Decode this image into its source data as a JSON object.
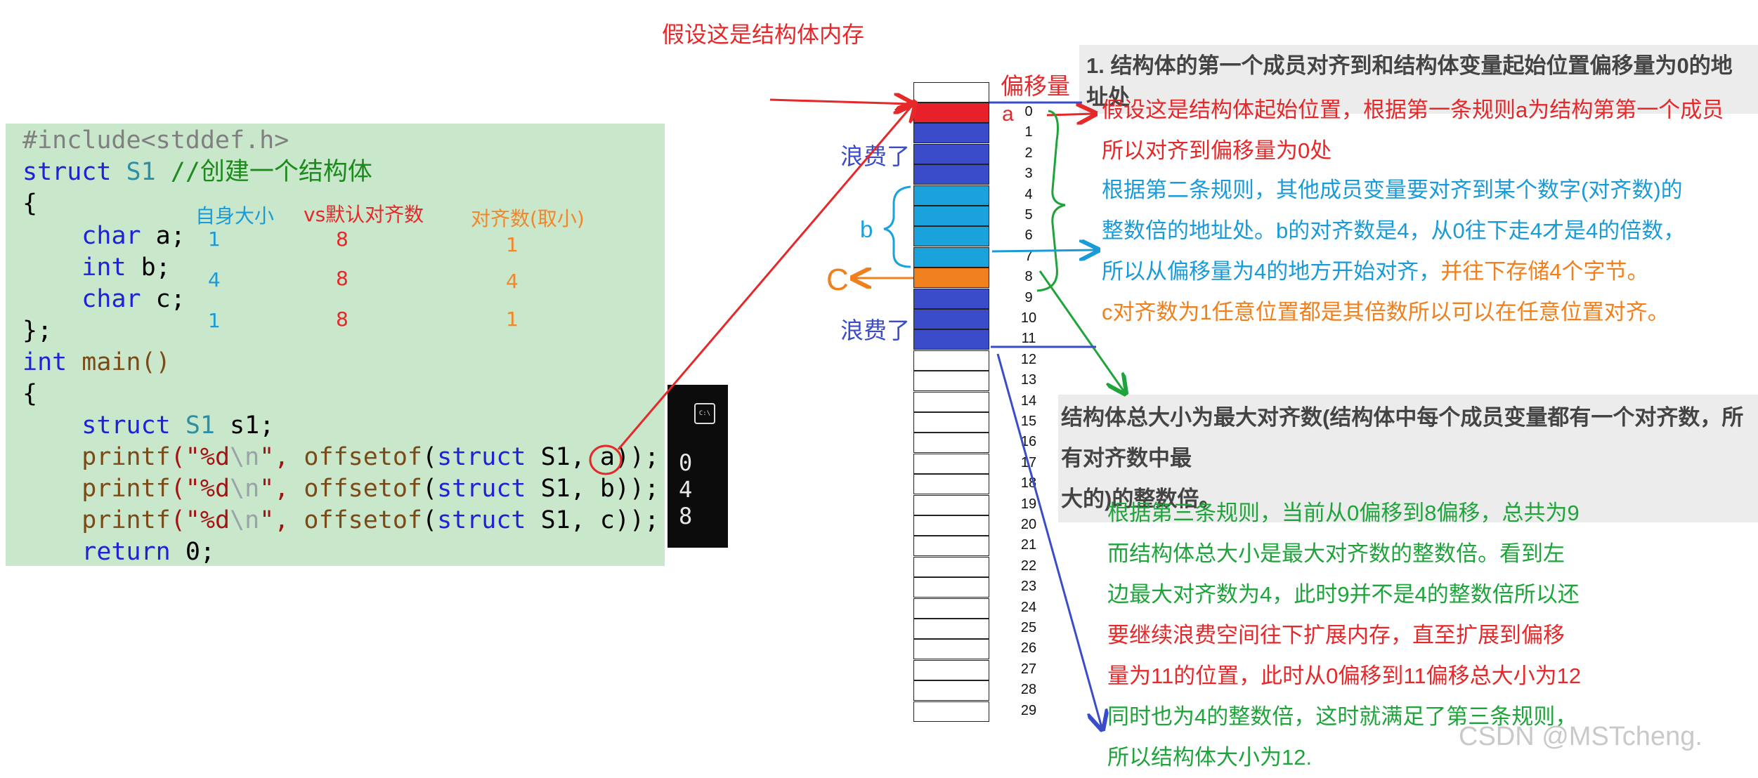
{
  "top_label": "假设这是结构体内存",
  "code": {
    "include": "#include<stddef.h>",
    "struct_line": [
      "struct",
      "S1",
      "//创建一个结构体"
    ],
    "open1": "{",
    "members": [
      {
        "type": "char",
        "name": "a;"
      },
      {
        "type": "int",
        "name": "b;"
      },
      {
        "type": "char",
        "name": "c;"
      }
    ],
    "close1": "};",
    "main_line": [
      "int",
      "main()"
    ],
    "open2": "{",
    "decl": [
      "struct",
      "S1",
      "s1;"
    ],
    "printf_calls": [
      [
        "printf",
        "(\"%d",
        "\\n",
        "\", ",
        "offsetof",
        "(",
        "struct",
        " S1, ",
        "a",
        "));"
      ],
      [
        "printf",
        "(\"%d",
        "\\n",
        "\", ",
        "offsetof",
        "(",
        "struct",
        " S1, ",
        "b",
        "));"
      ],
      [
        "printf",
        "(\"%d",
        "\\n",
        "\", ",
        "offsetof",
        "(",
        "struct",
        " S1, ",
        "c",
        "));"
      ]
    ],
    "return_line": [
      "return",
      "0;"
    ]
  },
  "table": {
    "headers": [
      "自身大小",
      "vs默认对齐数",
      "对齐数(取小)"
    ],
    "header_colors": [
      "#1a9bd8",
      "#e5282a",
      "#f2862b"
    ],
    "rows": [
      [
        "1",
        "8",
        "1"
      ],
      [
        "4",
        "8",
        "4"
      ],
      [
        "1",
        "8",
        "1"
      ]
    ]
  },
  "console": {
    "icon": "terminal-icon",
    "icon_text": "C:\\",
    "outputs": [
      "0",
      "4",
      "8"
    ]
  },
  "memory": {
    "offset_header": "偏移量",
    "offsets": [
      "0",
      "1",
      "2",
      "3",
      "4",
      "5",
      "6",
      "7",
      "8",
      "9",
      "10",
      "11",
      "12",
      "13",
      "14",
      "15",
      "16",
      "17",
      "18",
      "19",
      "20",
      "21",
      "22",
      "23",
      "24",
      "25",
      "26",
      "27",
      "28",
      "29"
    ],
    "cell_colors": [
      "#e8202a",
      "#3a4cc9",
      "#3a4cc9",
      "#3a4cc9",
      "#1aa2dd",
      "#1aa2dd",
      "#1aa2dd",
      "#1aa2dd",
      "#f07f1e",
      "#3a4cc9",
      "#3a4cc9",
      "#3a4cc9"
    ],
    "label_a": "a",
    "label_b": "b",
    "label_c": "C",
    "waste_top": "浪费了",
    "waste_bottom": "浪费了"
  },
  "rules": {
    "rule1": "1. 结构体的第一个成员对齐到和结构体变量起始位置偏移量为0的地址处",
    "rule3": [
      "结构体总大小为最大对齐数(结构体中每个成员变量都有一个对齐数，所有对齐数中最",
      "大的)的整数倍。"
    ]
  },
  "notes": {
    "red_a": [
      "假设这是结构体起始位置，根据第一条规则a为结构第第一个成员",
      "所以对齐到偏移量为0处"
    ],
    "blue_b": [
      "根据第二条规则，其他成员变量要对齐到某个数字(对齐数)的",
      "整数倍的地址处。b的对齐数是4，从0往下走4才是4的倍数，",
      "所以从偏移量为4的地方开始对齐，"
    ],
    "orange_b_tail": "并往下存储4个字节。",
    "orange_c": "c对齐数为1任意位置都是其倍数所以可以在任意位置对齐。",
    "total": [
      {
        "text": "根据第三条规则，当前从0偏移到8偏移，总共为9",
        "color": "#1ea43a"
      },
      {
        "text": "而结构体总大小是最大对齐数的整数倍。看到左",
        "color": "#1ea43a"
      },
      {
        "text": "边最大对齐数为4，此时9并不是4的整数倍所以还",
        "color": "#1ea43a"
      },
      {
        "text": "要继续浪费空间往下扩展内存，直至扩展到偏移",
        "color": "#e5282a"
      },
      {
        "text": "量为11的位置，此时从0偏移到11偏移总大小为12",
        "color": "#e5282a"
      },
      {
        "text": "同时也为4的整数倍，这时就满足了第三条规则，",
        "color": "#1ea43a"
      },
      {
        "text": "所以结构体大小为12.",
        "color": "#1ea43a"
      }
    ]
  },
  "watermark": "CSDN @MSTcheng."
}
